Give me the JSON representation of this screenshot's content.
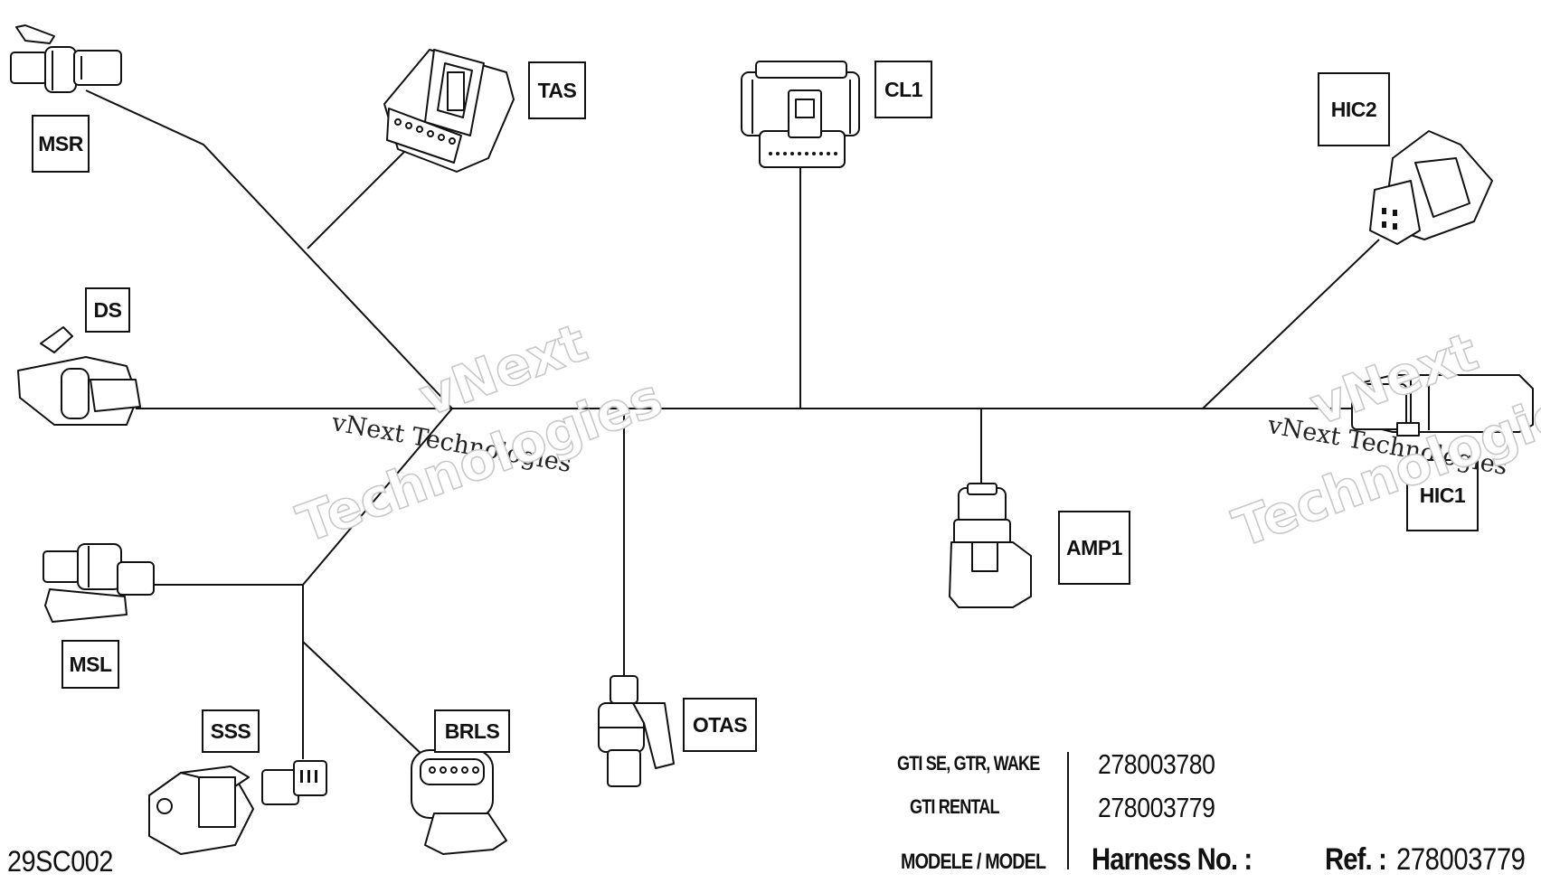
{
  "connectors": [
    {
      "id": "MSR",
      "label": "MSR"
    },
    {
      "id": "TAS",
      "label": "TAS"
    },
    {
      "id": "CL1",
      "label": "CL1"
    },
    {
      "id": "HIC2",
      "label": "HIC2"
    },
    {
      "id": "DS",
      "label": "DS"
    },
    {
      "id": "HIC1",
      "label": "HIC1"
    },
    {
      "id": "AMP1",
      "label": "AMP1"
    },
    {
      "id": "MSL",
      "label": "MSL"
    },
    {
      "id": "SSS",
      "label": "SSS"
    },
    {
      "id": "BRLS",
      "label": "BRLS"
    },
    {
      "id": "OTAS",
      "label": "OTAS"
    }
  ],
  "figure_code": "29SC002",
  "watermark": {
    "line1": "vNext Technologies",
    "line2": "vNext",
    "line3": "Technologies"
  },
  "table": {
    "rows": [
      {
        "model": "GTI SE, GTR, WAKE",
        "harness": "278003780"
      },
      {
        "model": "GTI RENTAL",
        "harness": "278003779"
      }
    ],
    "model_header": "MODELE / MODEL",
    "harness_header": "Harness No. :",
    "ref_label": "Ref. :",
    "ref_value": "278003779"
  }
}
